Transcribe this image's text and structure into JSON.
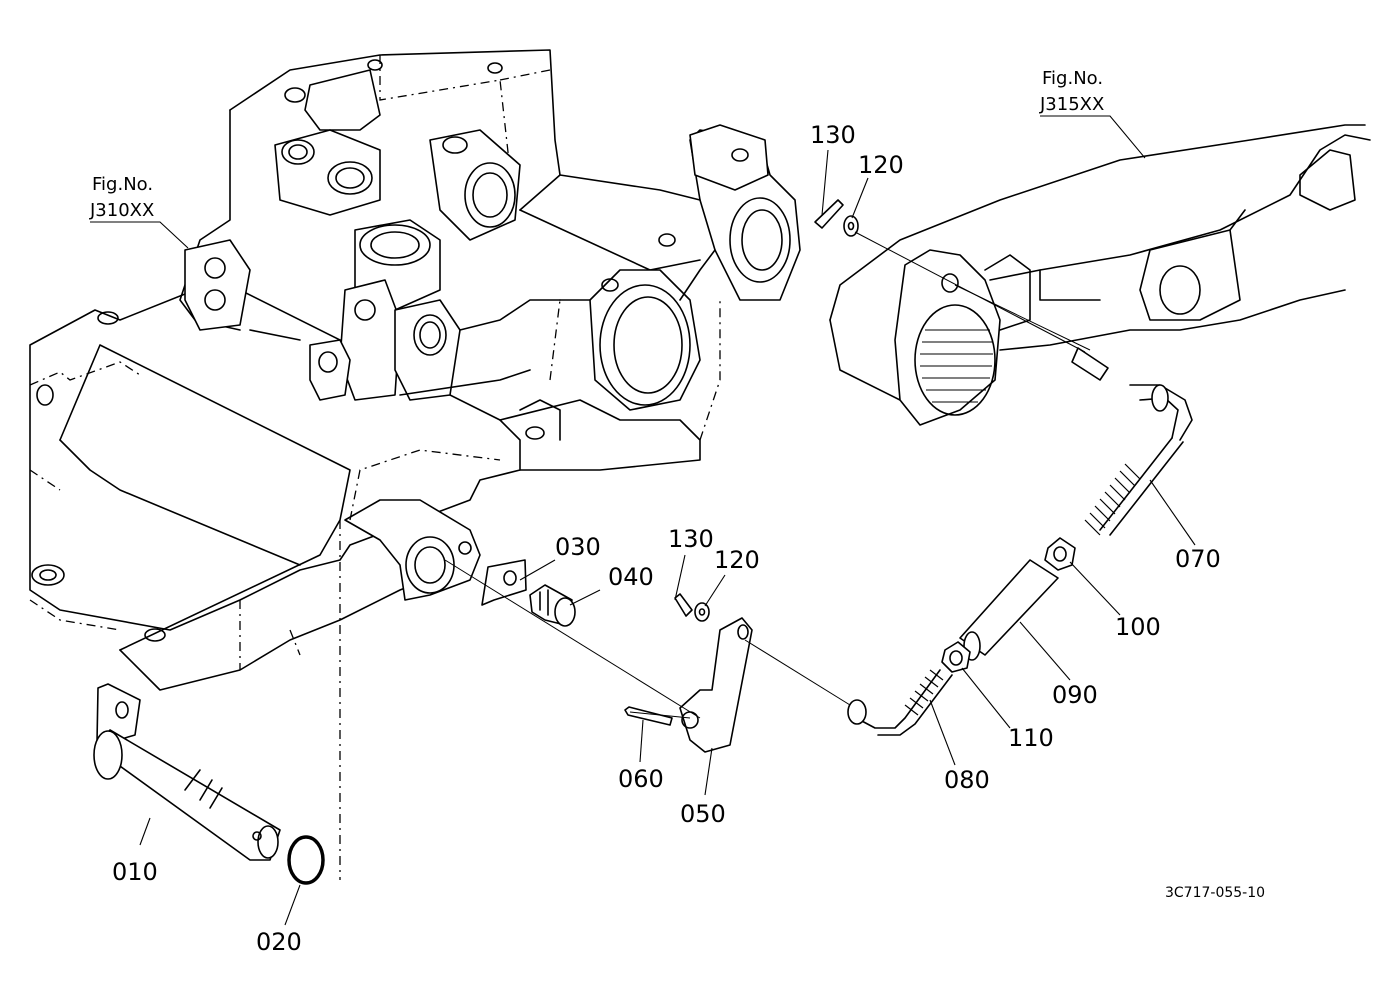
{
  "figure_refs": [
    {
      "fig_label": "Fig.No.",
      "fig_number": "J310XX"
    },
    {
      "fig_label": "Fig.No.",
      "fig_number": "J315XX"
    }
  ],
  "callouts": {
    "c010": "010",
    "c020": "020",
    "c030": "030",
    "c040": "040",
    "c050": "050",
    "c060": "060",
    "c070": "070",
    "c080": "080",
    "c090": "090",
    "c100": "100",
    "c110": "110",
    "c120a": "120",
    "c130a": "130",
    "c120b": "120",
    "c130b": "130"
  },
  "drawing_number": "3C717-055-10"
}
